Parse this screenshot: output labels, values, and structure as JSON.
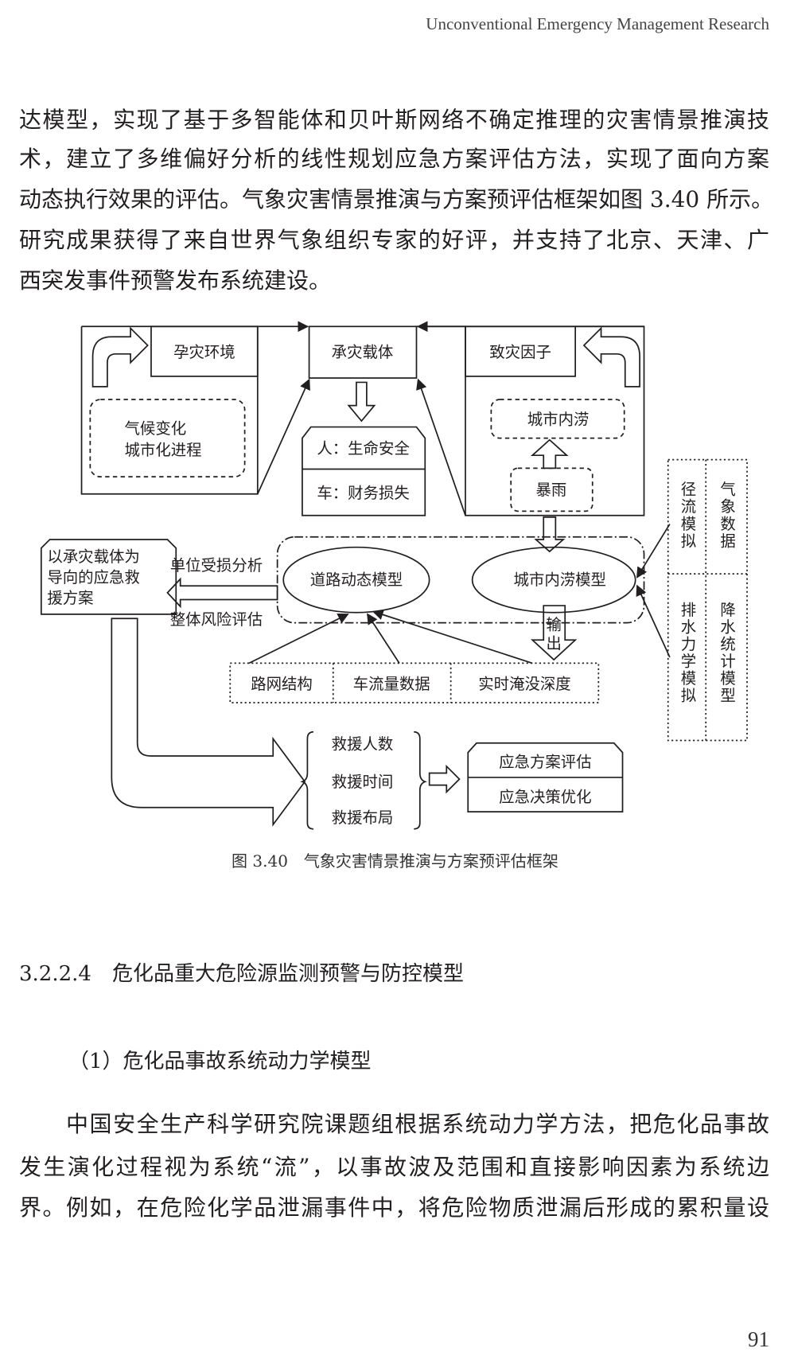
{
  "header": {
    "running_title": "Unconventional Emergency Management Research"
  },
  "intro_lines": [
    "达模型，实现了基于多智能体和贝叶斯网络不确定推理的灾害情景推演技",
    "术，建立了多维偏好分析的线性规划应急方案评估方法，实现了面向方案",
    "动态执行效果的评估。气象灾害情景推演与方案预评估框架如图 3.40 所示。",
    "研究成果获得了来自世界气象组织专家的好评，并支持了北京、天津、广",
    "西突发事件预警发布系统建设。"
  ],
  "figure": {
    "nodes": {
      "env": "孕灾环境",
      "carrier": "承灾载体",
      "hazard": "致灾因子",
      "climate": "气候变化",
      "urbanization": "城市化进程",
      "people": "人：生命安全",
      "vehicle": "车：财务损失",
      "waterlogging": "城市内涝",
      "rainstorm": "暴雨",
      "plan": [
        "以承灾载体为",
        "导向的应急救",
        "援方案"
      ],
      "unit_loss": "单位受损分析",
      "overall_risk": "整体风险评估",
      "road_model": "道路动态模型",
      "flood_model": "城市内涝模型",
      "output": [
        "输",
        "出"
      ],
      "road_net": "路网结构",
      "traffic": "车流量数据",
      "depth": "实时淹没深度",
      "runoff": "径流模拟",
      "meteo": "气象数据",
      "drainage": "排水力学模拟",
      "precip": "降水统计模型",
      "rescue_people": "救援人数",
      "rescue_time": "救援时间",
      "rescue_layout": "救援布局",
      "plan_eval": "应急方案评估",
      "decision_opt": "应急决策优化"
    },
    "caption": "图 3.40　气象灾害情景推演与方案预评估框架"
  },
  "section_heading": "3.2.2.4　危化品重大危险源监测预警与防控模型",
  "subheading": "（1）危化品事故系统动力学模型",
  "body_lines": [
    "　　中国安全生产科学研究院课题组根据系统动力学方法，把危化品事故",
    "发生演化过程视为系统“流”，以事故波及范围和直接影响因素为系统边",
    "界。例如，在危险化学品泄漏事件中，将危险物质泄漏后形成的累积量设"
  ],
  "page_number": "91"
}
